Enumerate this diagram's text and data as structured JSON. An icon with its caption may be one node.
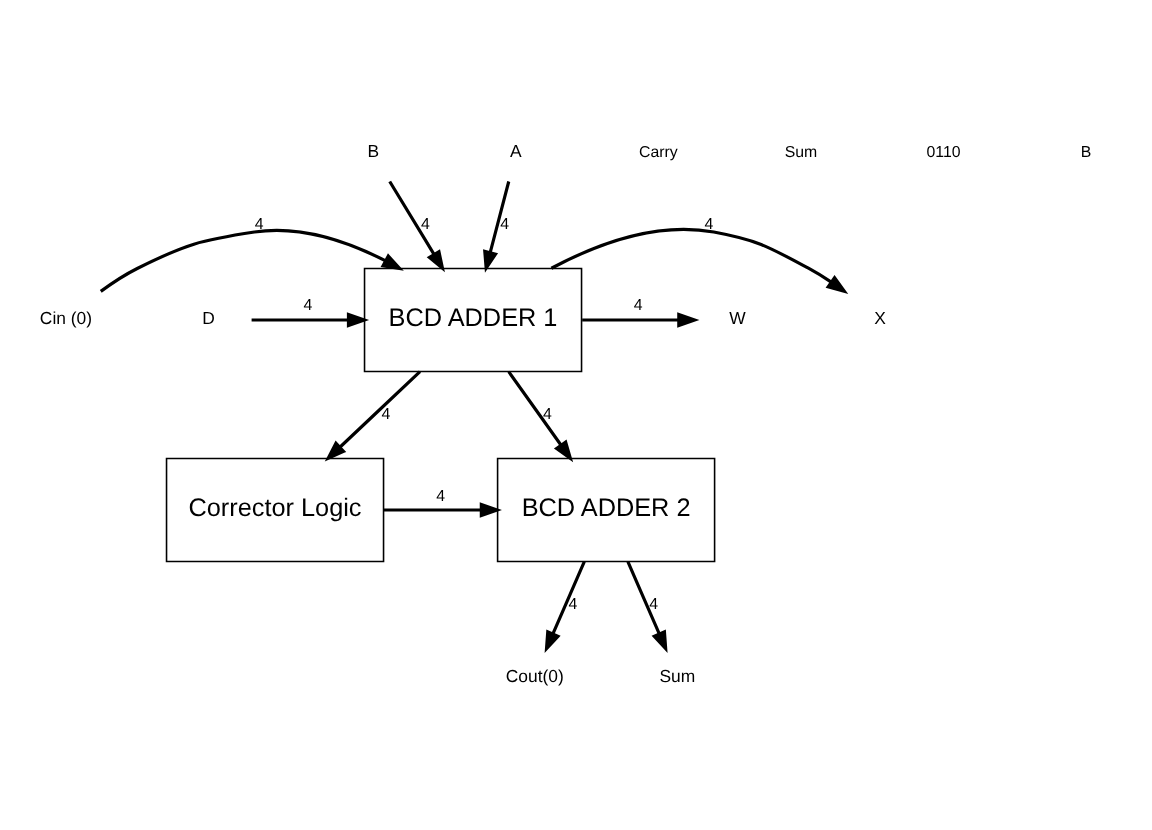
{
  "diagram": {
    "nodes": [
      {
        "text": [
          "B"
        ]
      },
      {
        "text": [
          "A"
        ]
      },
      {
        "text": [
          "X"
        ]
      },
      {
        "text": [
          "Cin (0)"
        ]
      },
      {
        "text": [
          "W"
        ]
      },
      {
        "text": [
          "D"
        ]
      },
      {
        "text": [
          "BCD ADDER 1"
        ]
      },
      {
        "text": [
          "Corrector Logic"
        ]
      },
      {
        "text": [
          "BCD ADDER 2"
        ]
      },
      {
        "text": [
          "Cout(0)"
        ]
      },
      {
        "text": [
          "Sum"
        ]
      }
    ],
    "edges": [
      {
        "from": 0,
        "to": 6,
        "arrow": "to",
        "label": "4"
      },
      {
        "from": 1,
        "to": 6,
        "arrow": "to",
        "label": "4"
      },
      {
        "from": 6,
        "to": 2,
        "arrow": "to",
        "label": "4"
      },
      {
        "from": 3,
        "to": 6,
        "arrow": "to",
        "label": "4"
      },
      {
        "from": 6,
        "to": 4,
        "arrow": "to",
        "label": "4"
      },
      {
        "from": 5,
        "to": 6,
        "arrow": "to",
        "label": "4"
      },
      {
        "from": 6,
        "to": 7,
        "arrow": "to",
        "label": "4"
      },
      {
        "from": 6,
        "to": 8,
        "arrow": "to",
        "label": "4"
      },
      {
        "from": 7,
        "to": 8,
        "arrow": "to",
        "label": "4"
      },
      {
        "from": 8,
        "to": 9,
        "arrow": "to",
        "label": "4"
      },
      {
        "from": 8,
        "to": 10,
        "arrow": "to",
        "label": "4"
      }
    ],
    "labels": [
      "Carry",
      "Sum",
      "0110",
      "B"
    ]
  }
}
